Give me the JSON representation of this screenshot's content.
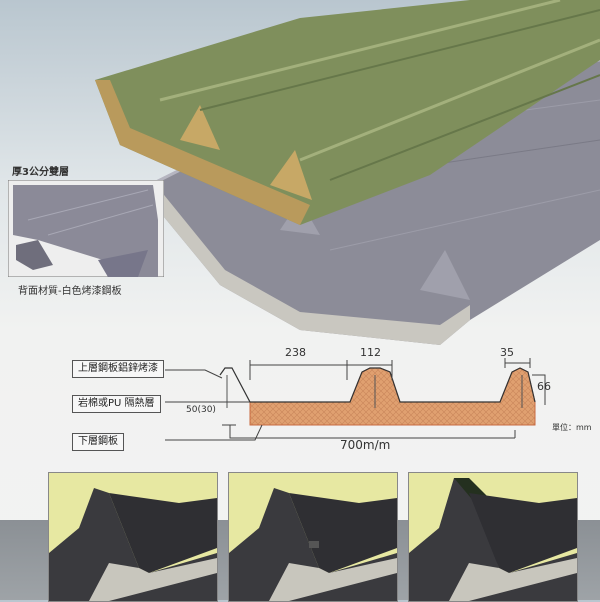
{
  "inset": {
    "title": "厚3公分雙層",
    "caption": "背面材質-白色烤漆鋼板"
  },
  "diagram": {
    "labels": {
      "top_sheet": "上層鋼板鋁鋅烤漆",
      "insulation": "岩棉或PU 隔熱層",
      "bottom_sheet": "下層鋼板"
    },
    "dims": {
      "span": "238",
      "rib_base": "112",
      "rib_top": "35",
      "rib_height": "66",
      "thickness": "50(30)",
      "width": "700m/m"
    },
    "unit": "單位：mm"
  },
  "colors": {
    "green_panel": "#7f8f5c",
    "gray_panel": "#8c8c98",
    "core": "#e0a070",
    "photo_bg": "#e7e8a2"
  }
}
